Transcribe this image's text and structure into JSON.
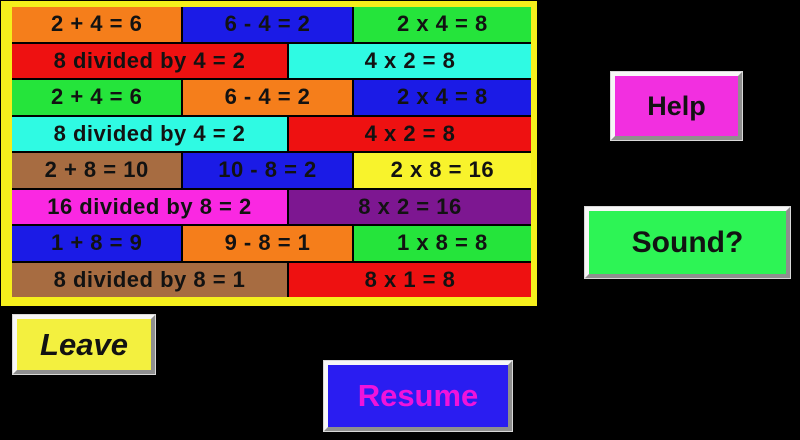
{
  "app": {
    "background": "#000000"
  },
  "board": {
    "frame_color": "#F5EF1C",
    "grid_line_color": "#000000",
    "text_color": "#121212",
    "rows": [
      {
        "cells": [
          {
            "label": "2 + 4 = 6",
            "color": "#F57E1B"
          },
          {
            "label": "6 - 4 = 2",
            "color": "#1B1BE6"
          },
          {
            "label": "2 x 4 = 8",
            "color": "#25E43B"
          }
        ]
      },
      {
        "cells": [
          {
            "label": "8 divided by 4 = 2",
            "color": "#EE1111"
          },
          {
            "label": "4 x 2 = 8",
            "color": "#2FFAE3"
          }
        ]
      },
      {
        "cells": [
          {
            "label": "2 + 4 = 6",
            "color": "#25E43B"
          },
          {
            "label": "6 - 4 = 2",
            "color": "#F57E1B"
          },
          {
            "label": "2 x 4 = 8",
            "color": "#1B1BE6"
          }
        ]
      },
      {
        "cells": [
          {
            "label": "8 divided by 4 = 2",
            "color": "#2FFAE3"
          },
          {
            "label": "4 x 2 = 8",
            "color": "#EE1111"
          }
        ]
      },
      {
        "cells": [
          {
            "label": "2 + 8 = 10",
            "color": "#A76C41"
          },
          {
            "label": "10 - 8 = 2",
            "color": "#1B1BE6"
          },
          {
            "label": "2 x 8 = 16",
            "color": "#F8F32C"
          }
        ]
      },
      {
        "cells": [
          {
            "label": "16 divided by 8 = 2",
            "color": "#FA28E2"
          },
          {
            "label": "8 x 2 = 16",
            "color": "#7D1791"
          }
        ]
      },
      {
        "cells": [
          {
            "label": "1 + 8 = 9",
            "color": "#1B1BE6"
          },
          {
            "label": "9 - 8 = 1",
            "color": "#F57E1B"
          },
          {
            "label": "1 x 8 = 8",
            "color": "#25E43B"
          }
        ]
      },
      {
        "cells": [
          {
            "label": "8 divided by 8 = 1",
            "color": "#A76C41"
          },
          {
            "label": "8 x 1 = 8",
            "color": "#EE1111"
          }
        ]
      }
    ]
  },
  "buttons": {
    "help": {
      "label": "Help",
      "bg": "#F22FE0",
      "text_color": "#121212"
    },
    "sound": {
      "label": "Sound?",
      "bg": "#2DF455",
      "text_color": "#121212"
    },
    "leave": {
      "label": "Leave",
      "bg": "#F3F03F",
      "text_color": "#121212"
    },
    "resume": {
      "label": "Resume",
      "bg": "#2A1DF1",
      "text_color": "#EF13DC"
    }
  }
}
